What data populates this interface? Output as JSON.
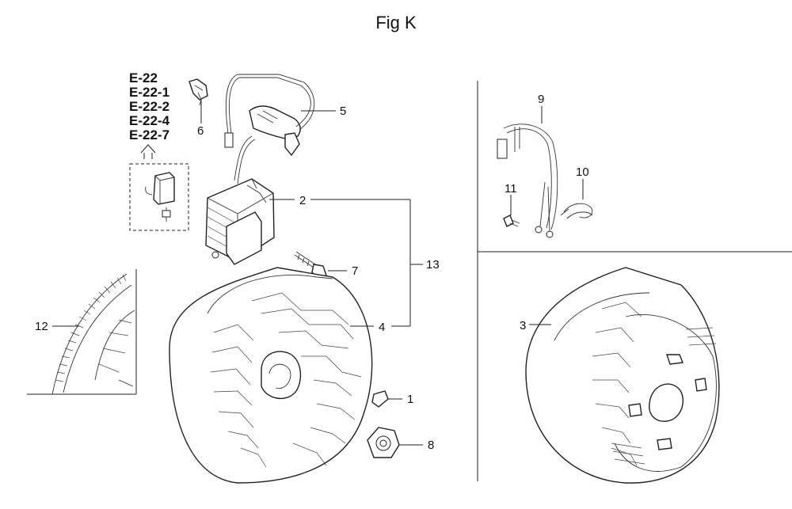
{
  "figure": {
    "title": "Fig K"
  },
  "reference_codes": [
    "E-22",
    "E-22-1",
    "E-22-2",
    "E-22-4",
    "E-22-7"
  ],
  "callouts": {
    "p1": "1",
    "p2": "2",
    "p3": "3",
    "p4": "4",
    "p5": "5",
    "p6": "6",
    "p7": "7",
    "p8": "8",
    "p9": "9",
    "p10": "10",
    "p11": "11",
    "p12": "12",
    "p13": "13"
  }
}
